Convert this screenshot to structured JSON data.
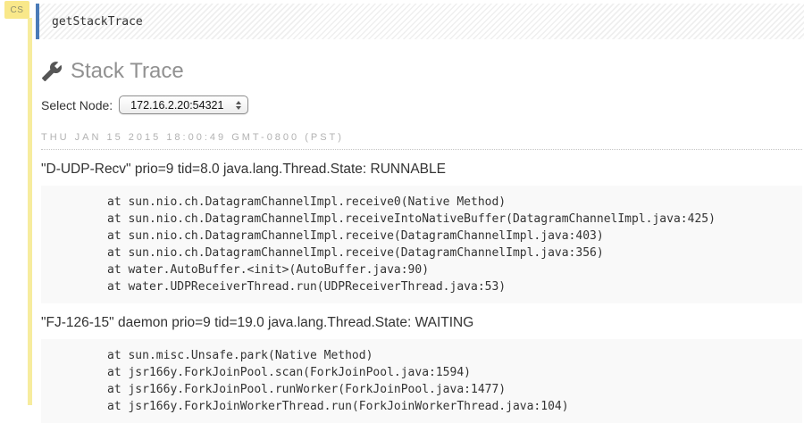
{
  "cell": {
    "badge": "CS",
    "code": "getStackTrace"
  },
  "header": {
    "title": "Stack Trace",
    "icon": "wrench-icon"
  },
  "node_selector": {
    "label": "Select Node:",
    "selected_option": "172.16.2.20:54321"
  },
  "timestamp": "THU JAN 15 2015 18:00:49 GMT-0800 (PST)",
  "threads": [
    {
      "header": "\"D-UDP-Recv\" prio=9 tid=8.0 java.lang.Thread.State: RUNNABLE",
      "frames": [
        "at sun.nio.ch.DatagramChannelImpl.receive0(Native Method)",
        "at sun.nio.ch.DatagramChannelImpl.receiveIntoNativeBuffer(DatagramChannelImpl.java:425)",
        "at sun.nio.ch.DatagramChannelImpl.receive(DatagramChannelImpl.java:403)",
        "at sun.nio.ch.DatagramChannelImpl.receive(DatagramChannelImpl.java:356)",
        "at water.AutoBuffer.<init>(AutoBuffer.java:90)",
        "at water.UDPReceiverThread.run(UDPReceiverThread.java:53)"
      ]
    },
    {
      "header": "\"FJ-126-15\" daemon prio=9 tid=19.0 java.lang.Thread.State: WAITING",
      "frames": [
        "at sun.misc.Unsafe.park(Native Method)",
        "at jsr166y.ForkJoinPool.scan(ForkJoinPool.java:1594)",
        "at jsr166y.ForkJoinPool.runWorker(ForkJoinPool.java:1477)",
        "at jsr166y.ForkJoinWorkerThread.run(ForkJoinWorkerThread.java:104)"
      ]
    }
  ],
  "colors": {
    "accent_blue": "#4a7bb8",
    "badge_yellow": "#f9e88a",
    "gutter_yellow": "#f7ec9e",
    "pre_background": "#f9f9f9",
    "title_gray": "#919191",
    "timestamp_gray": "#b2b2b2"
  }
}
